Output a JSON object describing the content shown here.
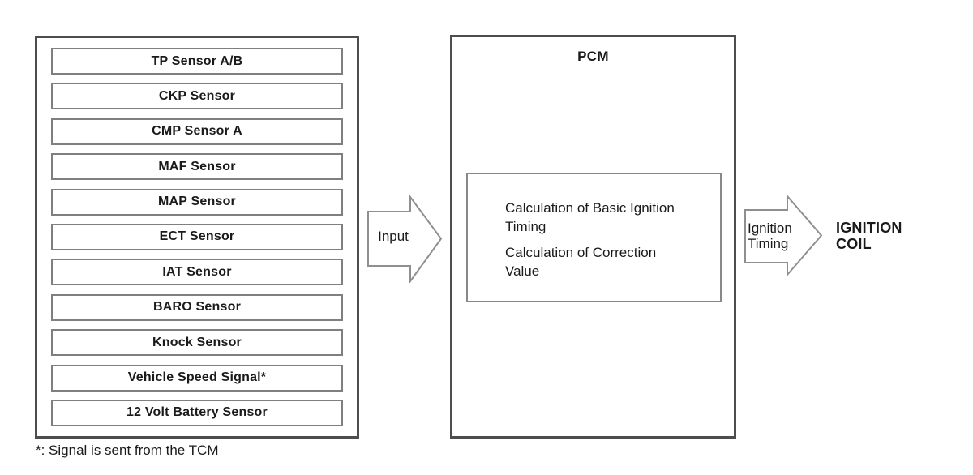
{
  "diagram": {
    "sensors": [
      "TP Sensor A/B",
      "CKP Sensor",
      "CMP Sensor A",
      "MAF Sensor",
      "MAP Sensor",
      "ECT Sensor",
      "IAT Sensor",
      "BARO Sensor",
      "Knock Sensor",
      "Vehicle Speed Signal*",
      "12 Volt Battery Sensor"
    ],
    "footnote": "*: Signal is sent from the TCM",
    "input_arrow_label": "Input",
    "pcm": {
      "title": "PCM",
      "calculations": [
        "Calculation of Basic Ignition Timing",
        "Calculation of Correction Value"
      ]
    },
    "output_arrow_label": "Ignition Timing",
    "output_target": "IGNITION COIL",
    "colors": {
      "outer_border": "#4d4d4d",
      "sensor_border": "#7f7f7f",
      "arrow_stroke": "#8f8f8f",
      "text": "#1a1a1a"
    }
  }
}
